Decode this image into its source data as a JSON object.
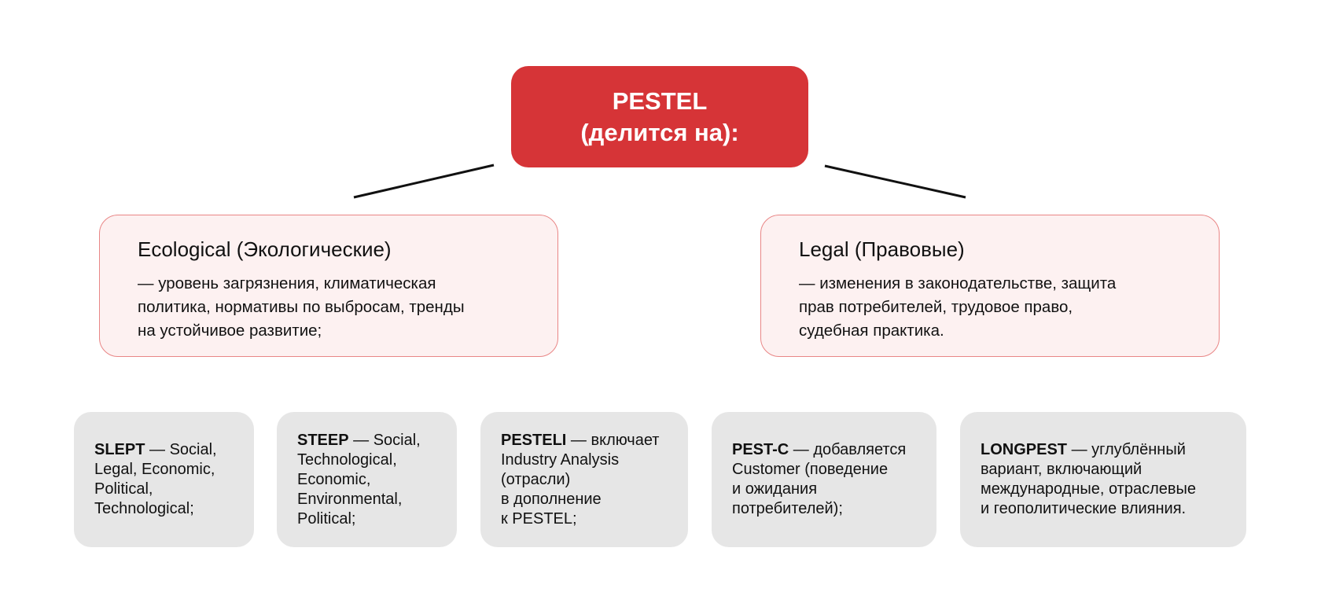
{
  "root": {
    "line1": "PESTEL",
    "line2": "(делится на):"
  },
  "categories": [
    {
      "title": "Ecological (Экологические)",
      "lines": [
        "— уровень загрязнения, климатическая",
        "политика, нормативы по выбросам, тренды",
        "на устойчивое развитие;"
      ]
    },
    {
      "title": "Legal (Правовые)",
      "lines": [
        "— изменения в законодательстве, защита",
        "прав потребителей, трудовое право,",
        "судебная практика."
      ]
    }
  ],
  "variants": [
    {
      "name": "SLEPT",
      "lines": [
        " — Social,",
        "Legal, Economic,",
        "Political,",
        "Technological;"
      ]
    },
    {
      "name": "STEEP",
      "lines": [
        " — Social,",
        "Technological,",
        "Economic,",
        "Environmental,",
        "Political;"
      ]
    },
    {
      "name": "PESTELI",
      "lines": [
        " — включает",
        "Industry Analysis",
        "(отрасли)",
        "в дополнение",
        "к PESTEL;"
      ]
    },
    {
      "name": "PEST-C",
      "lines": [
        " — добавляется",
        "Customer (поведение",
        "и ожидания",
        "потребителей);"
      ]
    },
    {
      "name": "LONGPEST",
      "lines": [
        " — углублённый",
        "вариант, включающий",
        "международные, отраслевые",
        "и геополитические влияния."
      ]
    }
  ],
  "colors": {
    "accent": "#d63437",
    "category_bg": "#fdf1f1",
    "category_border": "#e98686",
    "variant_bg": "#e6e6e6"
  }
}
